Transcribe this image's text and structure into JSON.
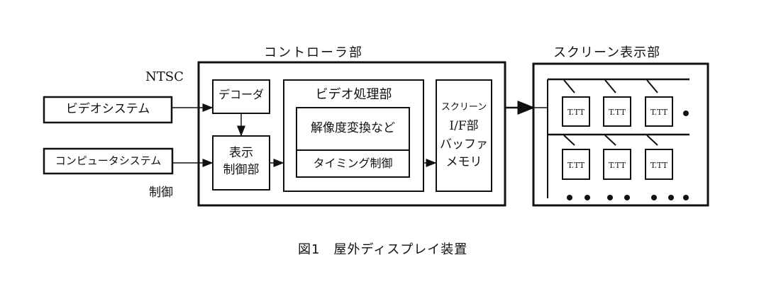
{
  "controller": {
    "title": "コントローラ部",
    "ntsc": "NTSC",
    "control": "制御"
  },
  "inputs": {
    "video_system": "ビデオシステム",
    "computer_system": "コンピュータシステム"
  },
  "decoder": "デコーダ",
  "display_control": [
    "表示",
    "制御部"
  ],
  "video_processing": {
    "title": "ビデオ処理部",
    "resolution": "解像度変換など",
    "timing": "タイミング制御"
  },
  "screen_if": [
    "スクリーン",
    "I/F部",
    "バッファ",
    "メモリ"
  ],
  "screen_display": {
    "title": "スクリーン表示部",
    "module_label": "T.TT"
  },
  "caption": "図1　屋外ディスプレイ装置"
}
